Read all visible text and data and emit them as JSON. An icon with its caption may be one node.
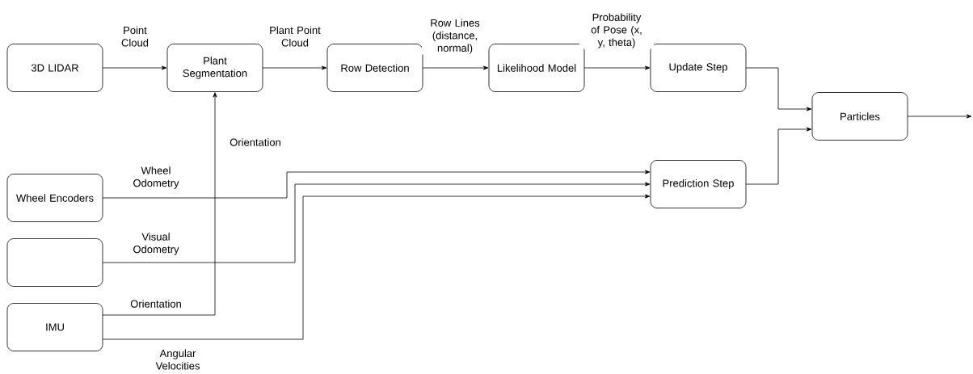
{
  "diagram": {
    "nodes": [
      {
        "text": [
          "3D LIDAR"
        ]
      },
      {
        "text": [
          "Plant Segmentation"
        ]
      },
      {
        "text": [
          "Row Detection"
        ]
      },
      {
        "text": [
          "Likelihood Model"
        ]
      },
      {
        "text": [
          "Update Step"
        ]
      },
      {
        "text": [
          "Particles"
        ]
      },
      {
        "text": [
          "Wheel Encoders"
        ]
      },
      {
        "text": [],
        "shape": "box"
      },
      {
        "text": [
          "IMU"
        ]
      },
      {
        "text": [
          "Prediction Step"
        ]
      }
    ],
    "edges": [
      {
        "from": 0,
        "to": 1,
        "arrow": "to",
        "label": "Point Cloud"
      },
      {
        "from": 1,
        "to": 2,
        "arrow": "to",
        "label": "Plant Point Cloud"
      },
      {
        "from": 2,
        "to": 3,
        "arrow": "to",
        "label": "Row Lines (distance, normal)"
      },
      {
        "from": 3,
        "to": 4,
        "arrow": "to",
        "label": "Probability of Pose (x, y, theta)"
      },
      {
        "from": 4,
        "to": 5,
        "arrow": "to"
      },
      {
        "from": 9,
        "to": 5,
        "arrow": "to"
      },
      {
        "from": 5,
        "to": null,
        "arrow": "to"
      },
      {
        "from": 6,
        "to": 9,
        "arrow": "to",
        "label": "Wheel Odometry"
      },
      {
        "from": 7,
        "to": 9,
        "arrow": "to",
        "label": "Visual Odometry"
      },
      {
        "from": 8,
        "to": 9,
        "arrow": "to",
        "label": "Angular Velocities"
      },
      {
        "from": 8,
        "to": 1,
        "arrow": "to",
        "label": "Orientation"
      }
    ],
    "labels": [
      "Orientation"
    ]
  }
}
